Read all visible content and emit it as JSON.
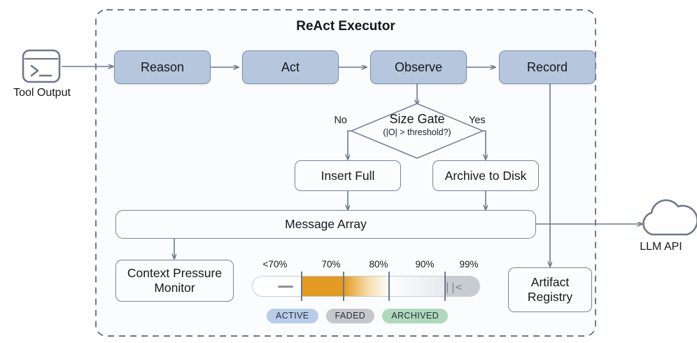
{
  "container": {
    "title": "ReAct Executor"
  },
  "external": {
    "tool_output": {
      "label": "Tool Output",
      "icon": "terminal-icon"
    },
    "llm_api": {
      "label": "LLM API",
      "icon": "cloud-icon"
    }
  },
  "pipeline": [
    {
      "id": "reason",
      "label": "Reason"
    },
    {
      "id": "act",
      "label": "Act"
    },
    {
      "id": "observe",
      "label": "Observe"
    },
    {
      "id": "record",
      "label": "Record"
    }
  ],
  "decision": {
    "label": "Size Gate",
    "sublabel": "(|O| > threshold?)",
    "branch_no": "No",
    "branch_yes": "Yes"
  },
  "branches": [
    {
      "id": "insert-full",
      "label": "Insert Full"
    },
    {
      "id": "archive-to-disk",
      "label": "Archive to Disk"
    }
  ],
  "store": {
    "label": "Message Array"
  },
  "monitor": {
    "line1": "Context Pressure",
    "line2": "Monitor"
  },
  "registry": {
    "line1": "Artifact",
    "line2": "Registry"
  },
  "gauge": {
    "ticks": [
      "<70%",
      "70%",
      "80%",
      "90%",
      "99%"
    ],
    "low_marker": "dash",
    "high_marker": "archive-glyph",
    "legend": [
      {
        "id": "active",
        "label": "ACTIVE",
        "color": "#b9cdea"
      },
      {
        "id": "faded",
        "label": "FADED",
        "color": "#c4c7cc"
      },
      {
        "id": "archived",
        "label": "ARCHIVED",
        "color": "#aed9bd"
      }
    ]
  },
  "colors": {
    "process_fill": "#b6c6dd",
    "process_border": "#7d8fab",
    "node_border": "#79839a",
    "connector": "#6f7889",
    "orange": "#e39a20",
    "container_border": "#5c6475"
  }
}
